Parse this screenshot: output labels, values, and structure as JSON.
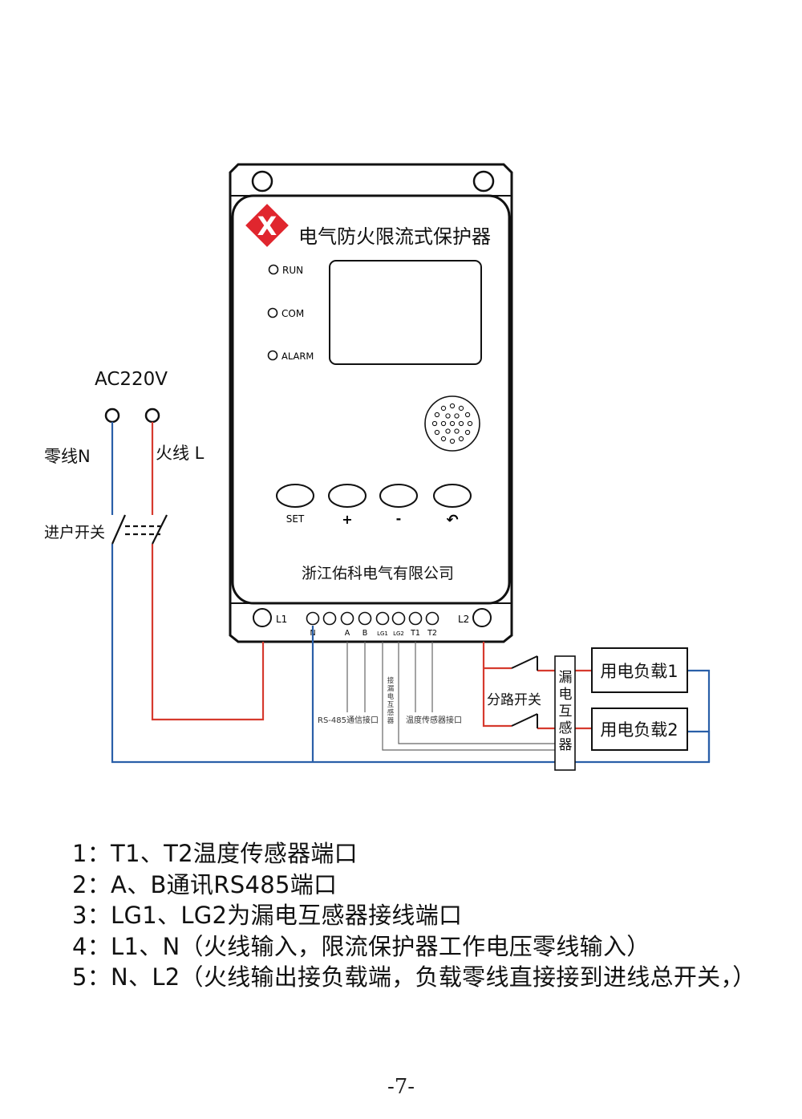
{
  "device": {
    "title": "电气防火限流式保护器",
    "logo_letter": "X",
    "indicators": [
      "RUN",
      "COM",
      "ALARM"
    ],
    "buttons": [
      "SET",
      "+",
      "-",
      "↶"
    ],
    "company": "浙江佑科电气有限公司",
    "terminals": {
      "l1": "L1",
      "l2": "L2",
      "n": "N",
      "a": "A",
      "b": "B",
      "lg1": "LG1",
      "lg2": "LG2",
      "t1": "T1",
      "t2": "T2"
    }
  },
  "source": {
    "voltage": "AC220V",
    "neutral": "零线N",
    "live": "火线 L",
    "main_switch": "进户开关"
  },
  "wiring": {
    "rs485": "RS-485通信接口",
    "leak_port": "接漏电互感器",
    "temp_port": "温度传感器接口",
    "branch_switch": "分路开关",
    "leak_ct": "漏电互感器",
    "load1": "用电负载1",
    "load2": "用电负载2"
  },
  "notes": [
    "1：T1、T2温度传感器端口",
    "2：A、B通讯RS485端口",
    "3：LG1、LG2为漏电互感器接线端口",
    "4：L1、N（火线输入，限流保护器工作电压零线输入）",
    "5：N、L2（火线输出接负载端，负载零线直接接到进线总开关，）"
  ],
  "page_number": "-7-",
  "colors": {
    "live": "#d63a2e",
    "neutral": "#2a5fa8",
    "signal": "#666666",
    "logo": "#e0262e"
  }
}
